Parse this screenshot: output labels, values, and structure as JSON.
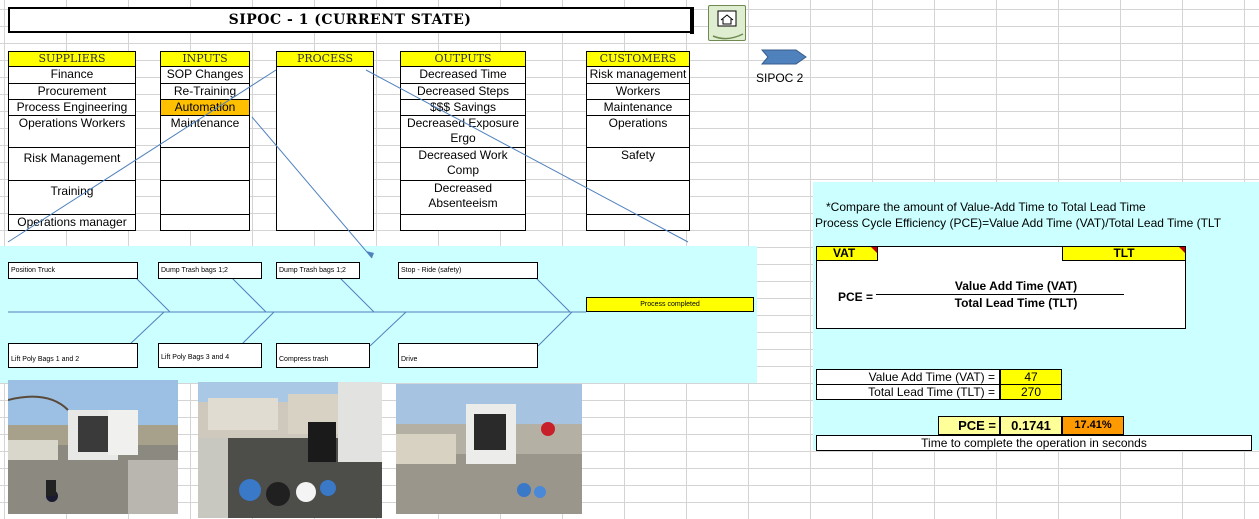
{
  "title": "SIPOC - 1 (CURRENT STATE)",
  "nav": {
    "sipoc2_label": "SIPOC 2"
  },
  "sipoc": {
    "headers": [
      "SUPPLIERS",
      "INPUTS",
      "PROCESS",
      "OUTPUTS",
      "CUSTOMERS"
    ],
    "suppliers": [
      "Finance",
      "Procurement",
      "Process Engineering",
      "Operations Workers",
      "Risk Management",
      "Training",
      "Operations manager"
    ],
    "inputs": [
      "SOP Changes",
      "Re-Training",
      "Automation",
      "Maintenance"
    ],
    "outputs": [
      "Decreased Time",
      "Decreased Steps",
      "$$$ Savings",
      "Decreased Exposure Ergo",
      "Decreased Work Comp",
      "Decreased Absenteeism"
    ],
    "customers": [
      "Risk management",
      "Workers",
      "Maintenance",
      "Operations",
      "Safety"
    ]
  },
  "fishbone": {
    "top": [
      "Position Truck",
      "Dump Trash bags 1;2",
      "Dump Trash bags 1;2",
      "Stop - Ride (safety)"
    ],
    "bottom": [
      "Lift Poly Bags 1 and 2",
      "Lift Poly Bags 3 and 4",
      "Compress trash",
      "Drive"
    ],
    "head": "Process completed"
  },
  "pce": {
    "note_line1": "*Compare the amount of Value-Add Time to Total Lead Time",
    "note_line2": "Process Cycle Efficiency (PCE)=Value Add Time (VAT)/Total Lead Time (TLT",
    "vat_label": "VAT",
    "tlt_label": "TLT",
    "formula_left": "PCE =",
    "numerator": "Value Add Time (VAT)",
    "denominator": "Total Lead Time (TLT)",
    "vat_row_label": "Value Add Time (VAT) =",
    "vat_value": "47",
    "tlt_row_label": "Total Lead Time (TLT) =",
    "tlt_value": "270",
    "result_label": "PCE =",
    "result_value": "0.1741",
    "result_percent": "17.41%",
    "footnote": "Time to complete the operation in seconds"
  },
  "colors": {
    "header_yellow": "#ffff00",
    "highlight_orange": "#ffc000",
    "fishbone_bg": "#ccffff",
    "connector_blue": "#4f81bd"
  },
  "icons": [
    "home-icon",
    "arrow-right-icon"
  ]
}
